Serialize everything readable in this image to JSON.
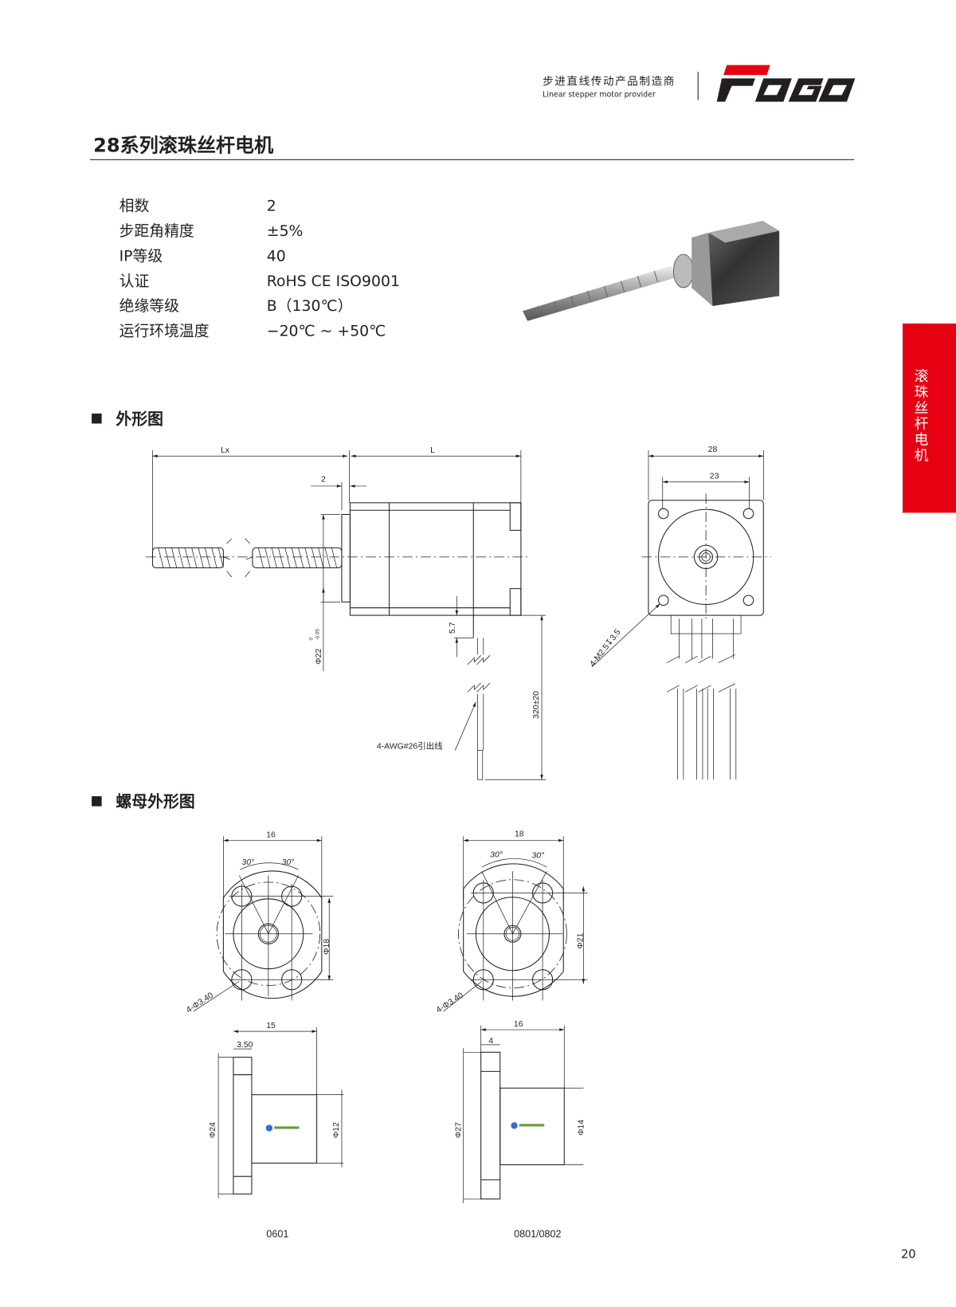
{
  "header": {
    "tagline_cn": "步进直线传动产品制造商",
    "tagline_en": "Linear stepper motor provider",
    "logo_text": "FOGO",
    "brand_colors": {
      "red": "#e60012",
      "black": "#231f20"
    }
  },
  "title": "28系列滚珠丝杆电机",
  "specs": [
    {
      "label": "相数",
      "value": "2"
    },
    {
      "label": "步距角精度",
      "value": "±5%"
    },
    {
      "label": "IP等级",
      "value": "40"
    },
    {
      "label": "认证",
      "value": "RoHS CE ISO9001"
    },
    {
      "label": "绝缘等级",
      "value": "B（130℃）"
    },
    {
      "label": "运行环境温度",
      "value": "−20℃ ~ +50℃"
    }
  ],
  "side_tab": "滚珠丝杆电机",
  "sections": {
    "outline": "外形图",
    "nut_outline": "螺母外形图"
  },
  "outline_drawing": {
    "dim_lx": "Lx",
    "dim_l": "L",
    "dim_2": "2",
    "dim_phi22": "Φ22",
    "dim_phi22_tol_upper": "0",
    "dim_phi22_tol_lower": "-0.05",
    "dim_5_7": "5.7",
    "dim_lead_length": "320±20",
    "lead_label": "4-AWG#26引出线",
    "dim_28": "28",
    "dim_23": "23",
    "screw_label": "4-M2.5↧3.5"
  },
  "nuts": [
    {
      "model": "0601",
      "width": "16",
      "angle_left": "30°",
      "angle_right": "30°",
      "pcd": "Φ18",
      "holes": "4-Φ3.40",
      "length": "15",
      "flange_thk": "3.50",
      "flange_dia": "Φ24",
      "body_dia": "Φ12"
    },
    {
      "model": "0801/0802",
      "width": "18",
      "angle_left": "30°",
      "angle_right": "30°",
      "pcd": "Φ21",
      "holes": "4-Φ3.40",
      "length": "16",
      "flange_thk": "4",
      "flange_dia": "Φ27",
      "body_dia": "Φ14"
    }
  ],
  "page_number": "20"
}
